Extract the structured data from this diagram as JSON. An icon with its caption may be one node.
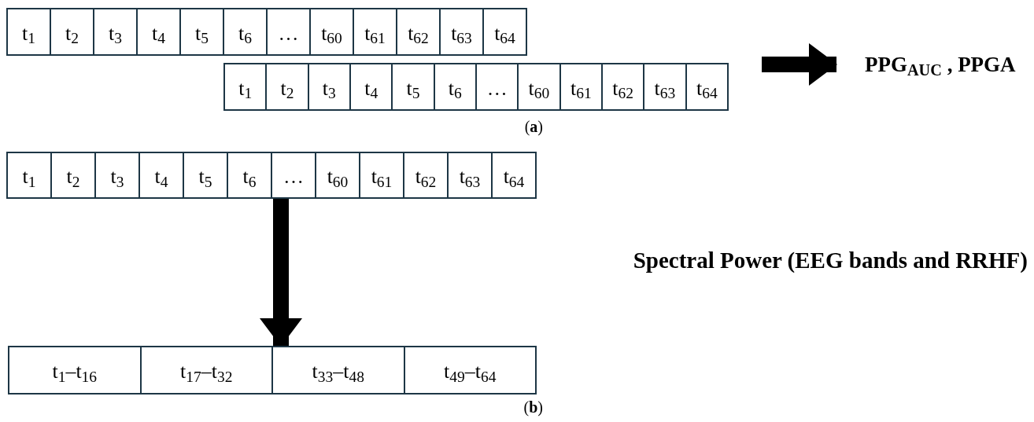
{
  "diagram": {
    "nodes": [
      {
        "text": [],
        "shape": "bar"
      },
      {
        "text": [
          "t$_{1}$"
        ],
        "in": 0
      },
      {
        "text": [
          "t$_{2}$"
        ],
        "in": 0
      },
      {
        "text": [
          "t$_{3}$"
        ],
        "in": 0
      },
      {
        "text": [
          "t$_{4}$"
        ],
        "in": 0
      },
      {
        "text": [
          "t$_{5}$"
        ],
        "in": 0
      },
      {
        "text": [
          "t$_{6}$"
        ],
        "in": 0
      },
      {
        "text": [
          "…"
        ],
        "in": 0
      },
      {
        "text": [
          "t$_{60}$"
        ],
        "in": 0
      },
      {
        "text": [
          "t$_{61}$"
        ],
        "in": 0
      },
      {
        "text": [
          "t$_{62}$"
        ],
        "in": 0
      },
      {
        "text": [
          "t$_{63}$"
        ],
        "in": 0
      },
      {
        "text": [
          "t$_{64}$"
        ],
        "in": 0
      },
      {
        "text": [],
        "shape": "bar"
      },
      {
        "text": [
          "t$_{1}$"
        ],
        "in": 13
      },
      {
        "text": [
          "t$_{2}$"
        ],
        "in": 13
      },
      {
        "text": [
          "t$_{3}$"
        ],
        "in": 13
      },
      {
        "text": [
          "t$_{4}$"
        ],
        "in": 13
      },
      {
        "text": [
          "t$_{5}$"
        ],
        "in": 13
      },
      {
        "text": [
          "t$_{6}$"
        ],
        "in": 13
      },
      {
        "text": [
          "…"
        ],
        "in": 13
      },
      {
        "text": [
          "t$_{60}$"
        ],
        "in": 13
      },
      {
        "text": [
          "t$_{61}$"
        ],
        "in": 13
      },
      {
        "text": [
          "t$_{62}$"
        ],
        "in": 13
      },
      {
        "text": [
          "t$_{63}$"
        ],
        "in": 13
      },
      {
        "text": [
          "t$_{64}$"
        ],
        "in": 13
      },
      {
        "text": [
          "PPG$_{AUC}$ , PPGA"
        ]
      },
      {
        "text": [],
        "shape": "bar"
      },
      {
        "text": [
          "t$_{1}$"
        ],
        "in": 27
      },
      {
        "text": [
          "t$_{2}$"
        ],
        "in": 27
      },
      {
        "text": [
          "t$_{3}$"
        ],
        "in": 27
      },
      {
        "text": [
          "t$_{4}$"
        ],
        "in": 27
      },
      {
        "text": [
          "t$_{5}$"
        ],
        "in": 27
      },
      {
        "text": [
          "t$_{6}$"
        ],
        "in": 27
      },
      {
        "text": [
          "…"
        ],
        "in": 27
      },
      {
        "text": [
          "t$_{60}$"
        ],
        "in": 27
      },
      {
        "text": [
          "t$_{61}$"
        ],
        "in": 27
      },
      {
        "text": [
          "t$_{62}$"
        ],
        "in": 27
      },
      {
        "text": [
          "t$_{63}$"
        ],
        "in": 27
      },
      {
        "text": [
          "t$_{64}$"
        ],
        "in": 27
      },
      {
        "text": [],
        "shape": "bar"
      },
      {
        "text": [
          "t$_{1}$–t$_{16}$"
        ],
        "in": 40
      },
      {
        "text": [
          "t$_{17}$–t$_{32}$"
        ],
        "in": 40
      },
      {
        "text": [
          "t$_{33}$–t$_{48}$"
        ],
        "in": 40
      },
      {
        "text": [
          "t$_{49}$–t$_{64}$"
        ],
        "in": 40
      }
    ],
    "edges": [
      {
        "from": null,
        "to": 26,
        "arrow": "to"
      },
      {
        "from": 27,
        "to": 40,
        "arrow": "to"
      }
    ],
    "labels": [
      "(**a**)",
      "Spectral Power (EEG bands and RRHF)",
      "(**b**)"
    ]
  }
}
